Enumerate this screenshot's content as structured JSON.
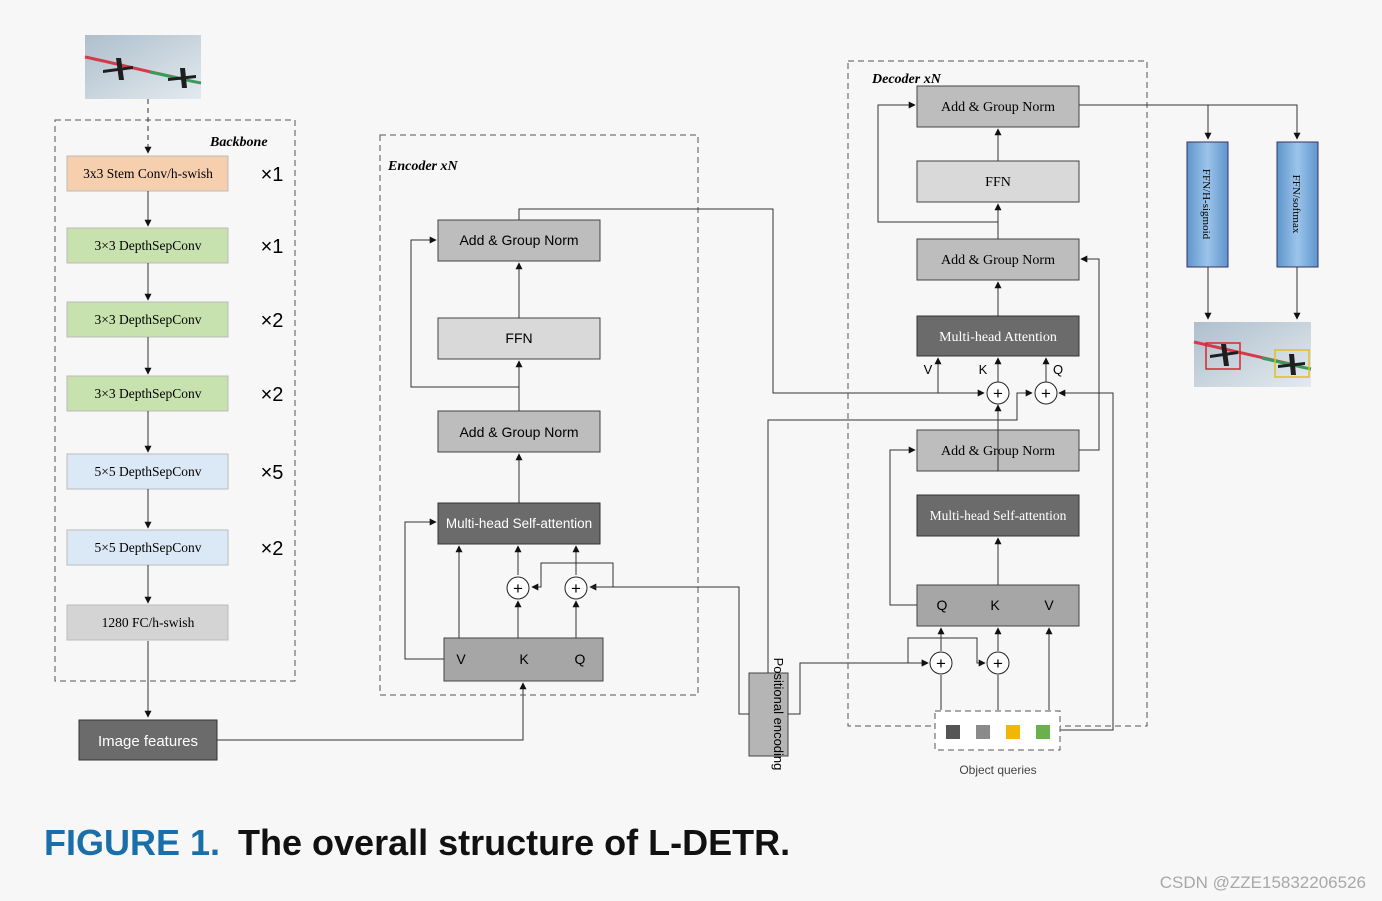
{
  "backbone": {
    "title": "Backbone",
    "layers": [
      {
        "label": "3x3 Stem Conv/h-swish",
        "repeat": "×1",
        "color": "#f6cfae"
      },
      {
        "label": "3×3 DepthSepConv",
        "repeat": "×1",
        "color": "#c7e2ae"
      },
      {
        "label": "3×3 DepthSepConv",
        "repeat": "×2",
        "color": "#c7e2ae"
      },
      {
        "label": "3×3 DepthSepConv",
        "repeat": "×2",
        "color": "#c7e2ae"
      },
      {
        "label": "5×5 DepthSepConv",
        "repeat": "×5",
        "color": "#dbe8f5"
      },
      {
        "label": "5×5 DepthSepConv",
        "repeat": "×2",
        "color": "#dbe8f5"
      },
      {
        "label": "1280 FC/h-swish",
        "repeat": "",
        "color": "#d4d4d4"
      }
    ],
    "output": "Image features"
  },
  "encoder": {
    "title": "Encoder xN",
    "add_norm_top": "Add & Group Norm",
    "ffn": "FFN",
    "add_norm_mid": "Add & Group Norm",
    "attention": "Multi-head Self-attention",
    "v": "V",
    "k": "K",
    "q": "Q"
  },
  "positional_encoding": "Positional encoding",
  "decoder": {
    "title": "Decoder xN",
    "add_norm_top": "Add & Group Norm",
    "ffn": "FFN",
    "add_norm_2": "Add & Group Norm",
    "cross_attention": "Multi-head Attention",
    "cross_v": "V",
    "cross_k": "K",
    "cross_q": "Q",
    "add_norm_3": "Add & Group Norm",
    "self_attention": "Multi-head Self-attention",
    "q": "Q",
    "k": "K",
    "v": "V"
  },
  "object_queries": {
    "label": "Object queries",
    "colors": [
      "#555555",
      "#8a8a8a",
      "#f2b705",
      "#6ab04c"
    ]
  },
  "heads": {
    "sigmoid": "FFN/H-sigmoid",
    "softmax": "FFN/softmax",
    "color": "#7fb0de"
  },
  "plus_symbol": "+",
  "caption": {
    "label": "FIGURE 1.",
    "text": "The overall structure of L-DETR."
  },
  "watermark": "CSDN @ZZE15832206526"
}
